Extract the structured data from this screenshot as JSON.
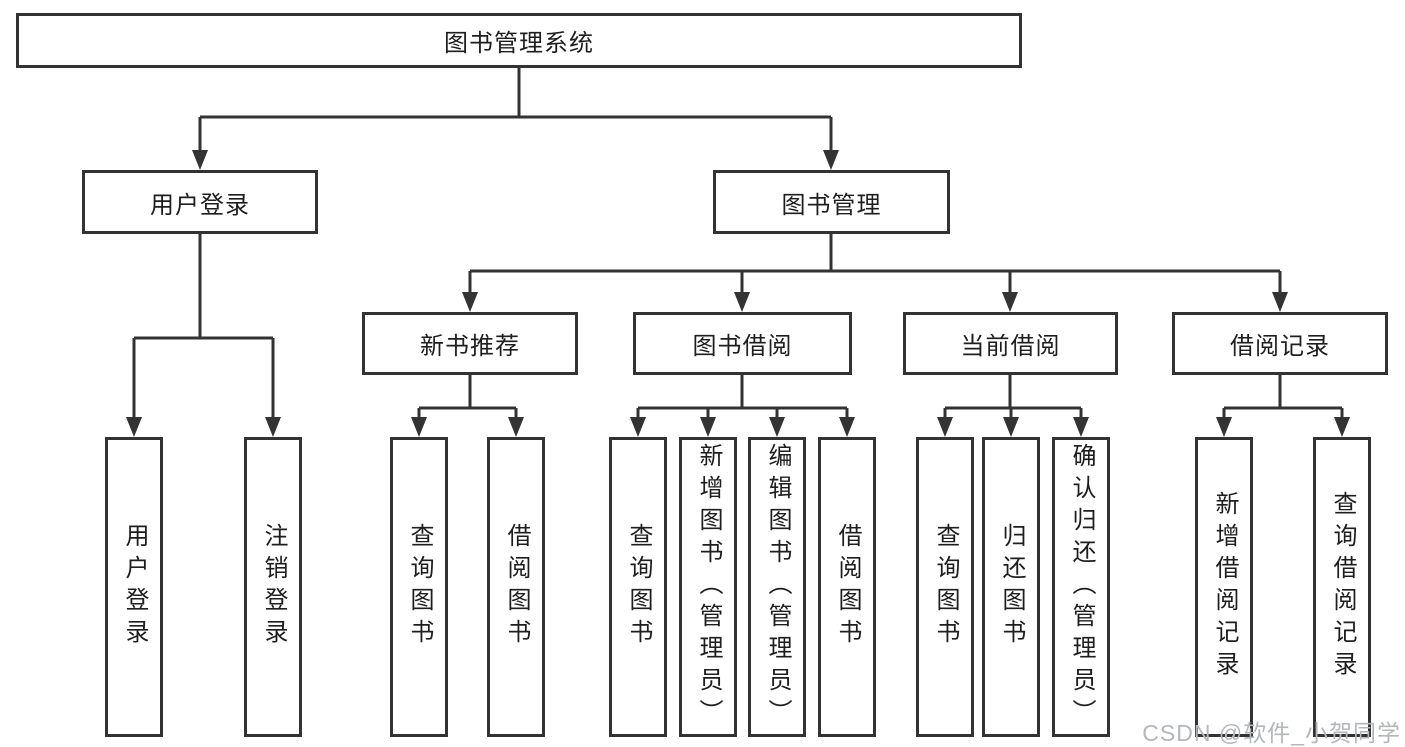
{
  "diagram": {
    "type": "hierarchy-diagram",
    "title": "图书管理系统",
    "nodes": {
      "root": "图书管理系统",
      "user_login": "用户登录",
      "book_mgmt": "图书管理",
      "new_books": "新书推荐",
      "book_borrow": "图书借阅",
      "current_borrow": "当前借阅",
      "borrow_records": "借阅记录",
      "ul_login": "用户登录",
      "ul_logout": "注销登录",
      "nb_query": "查询图书",
      "nb_borrow": "借阅图书",
      "bb_query": "查询图书",
      "bb_add": "新增图书（管理员）",
      "bb_edit": "编辑图书（管理员）",
      "bb_borrow": "借阅图书",
      "cb_query": "查询图书",
      "cb_return": "归还图书",
      "cb_confirm": "确认归还（管理员）",
      "br_add": "新增借阅记录",
      "br_query": "查询借阅记录"
    },
    "hierarchy": {
      "图书管理系统": {
        "用户登录": [
          "用户登录",
          "注销登录"
        ],
        "图书管理": {
          "新书推荐": [
            "查询图书",
            "借阅图书"
          ],
          "图书借阅": [
            "查询图书",
            "新增图书（管理员）",
            "编辑图书（管理员）",
            "借阅图书"
          ],
          "当前借阅": [
            "查询图书",
            "归还图书",
            "确认归还（管理员）"
          ],
          "借阅记录": [
            "新增借阅记录",
            "查询借阅记录"
          ]
        }
      }
    },
    "watermark": "CSDN @软件_小贺同学",
    "colors": {
      "line": "#333333",
      "box_border": "#333333",
      "box_fill": "#ffffff",
      "text": "#1e1e1e",
      "background": "#ffffff",
      "watermark": "#b3b7bb"
    }
  }
}
